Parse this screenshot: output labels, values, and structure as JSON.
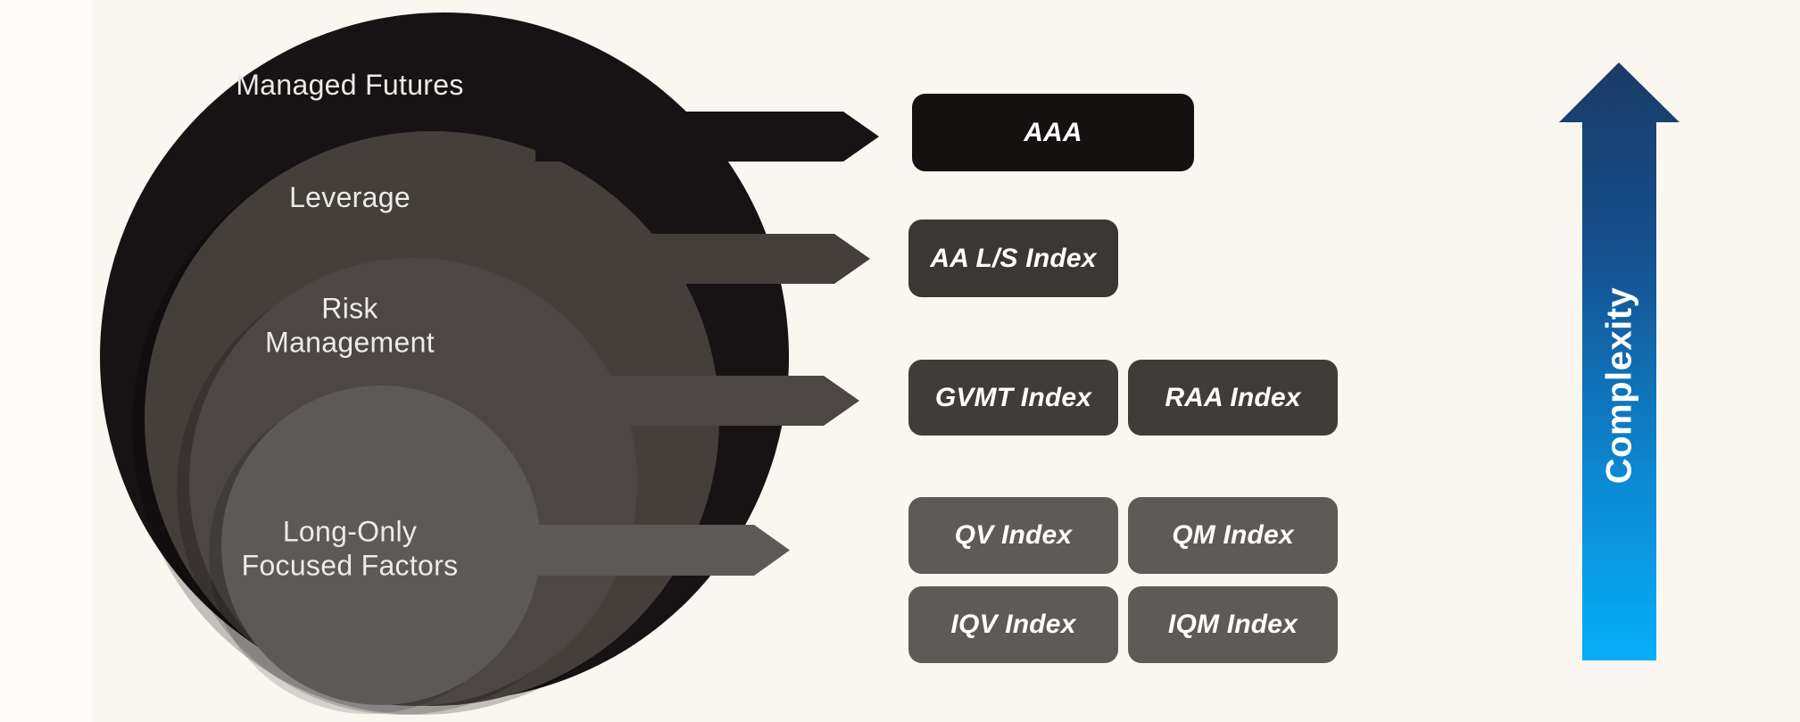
{
  "background_color": "#faf7f1",
  "venn": {
    "label_color": "#edebe7",
    "rings": [
      {
        "label": "Managed Futures",
        "color": "#171314"
      },
      {
        "label": "Leverage",
        "color": "#453f3c"
      },
      {
        "label": "Risk\nManagement",
        "color": "#4c4744"
      },
      {
        "label": "Long-Only\nFocused Factors",
        "color": "#5d5956"
      }
    ]
  },
  "boxes": [
    {
      "label": "AAA",
      "color": "#151111"
    },
    {
      "label": "AA L/S Index",
      "color": "#3b3734"
    },
    {
      "label": "GVMT Index",
      "color": "#403c39"
    },
    {
      "label": "RAA Index",
      "color": "#403c39"
    },
    {
      "label": "QV Index",
      "color": "#5e5a57"
    },
    {
      "label": "QM Index",
      "color": "#5e5a57"
    },
    {
      "label": "IQV Index",
      "color": "#5e5a57"
    },
    {
      "label": "IQM Index",
      "color": "#5e5a57"
    }
  ],
  "complexity_arrow": {
    "label": "Complexity",
    "gradient_top": "#1a3a66",
    "gradient_bottom": "#06aff7",
    "text_color": "#ffffff"
  }
}
